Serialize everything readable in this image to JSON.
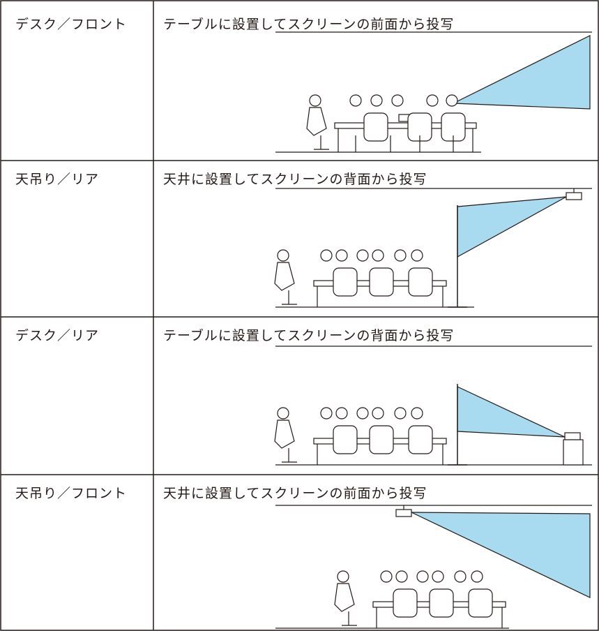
{
  "table": {
    "rows": [
      {
        "label": "デスク／フロント",
        "description": "テーブルに設置してスクリーンの前面から投写"
      },
      {
        "label": "天吊り／リア",
        "description": "天井に設置してスクリーンの背面から投写"
      },
      {
        "label": "デスク／リア",
        "description": "テーブルに設置してスクリーンの背面から投写"
      },
      {
        "label": "天吊り／フロント",
        "description": "天井に設置してスクリーンの前面から投写"
      }
    ]
  },
  "colors": {
    "line": "#231815",
    "beam": "#a8daf0"
  },
  "icons": [
    "projector-icon",
    "screen-icon",
    "audience-icon"
  ]
}
